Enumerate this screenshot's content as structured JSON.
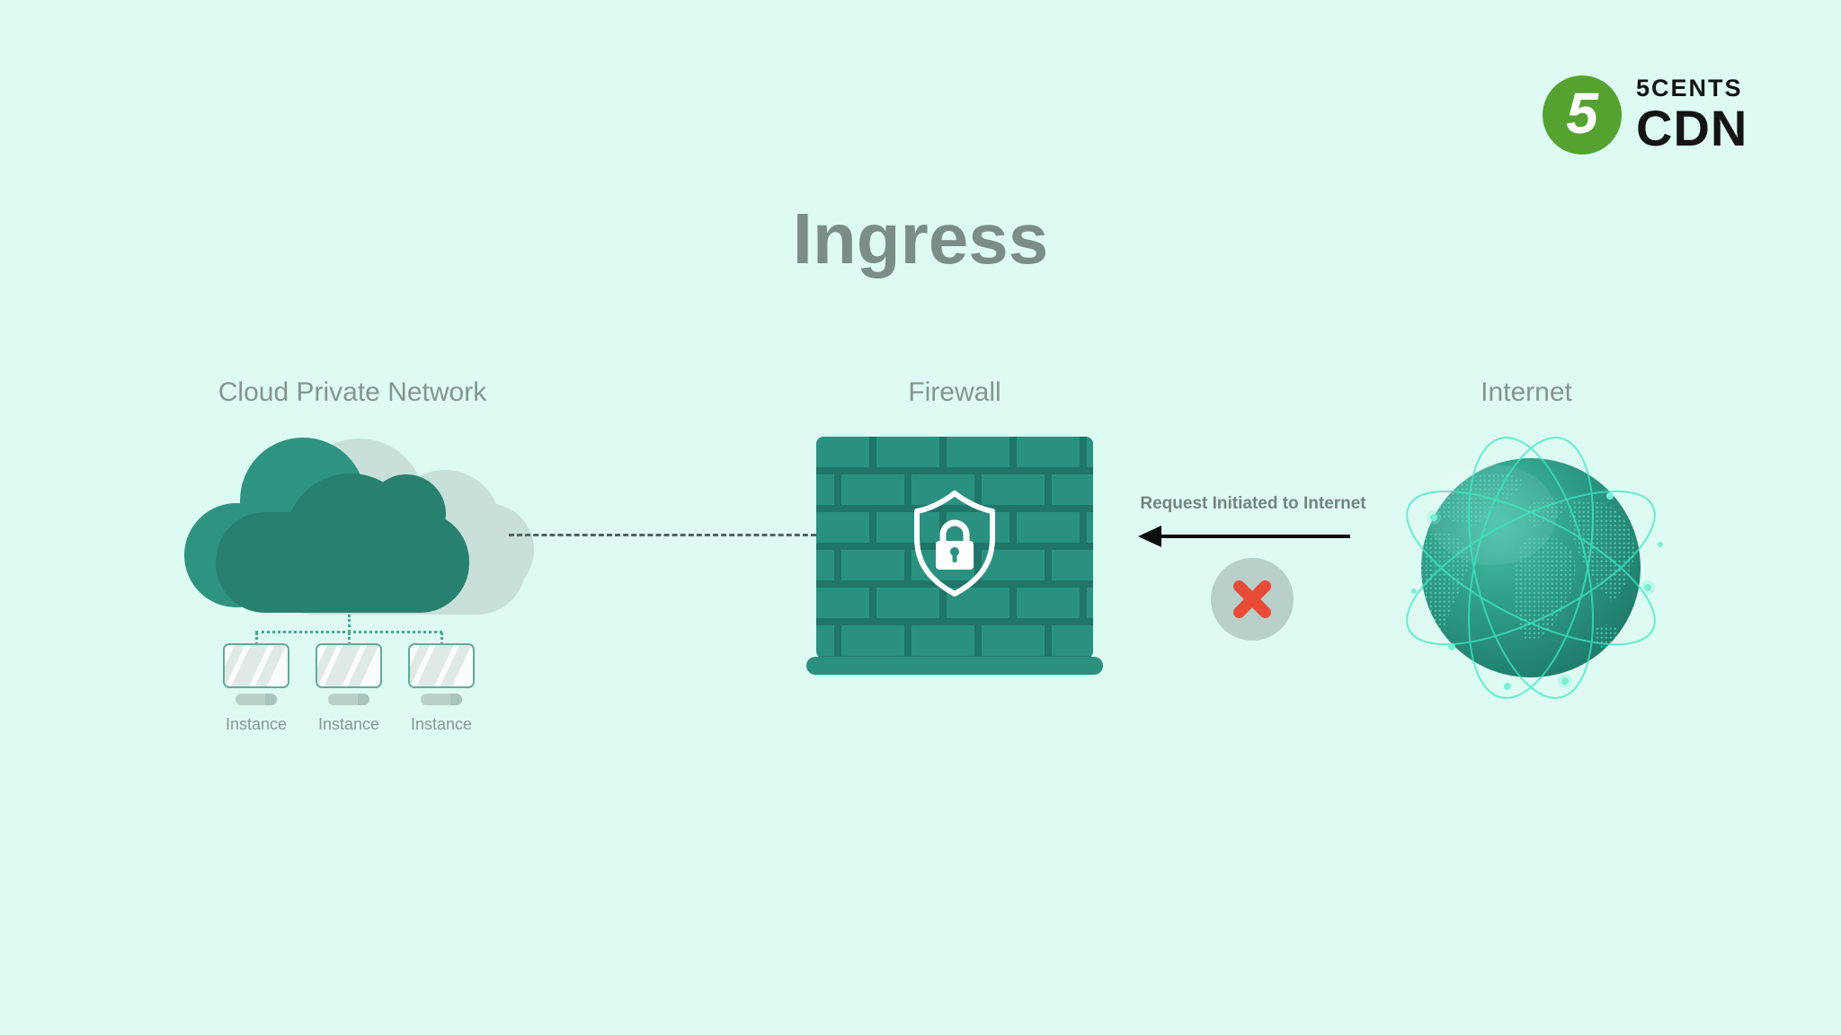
{
  "logo": {
    "badge_number": "5",
    "name_top": "5CENTS",
    "name_bottom": "CDN"
  },
  "title": "Ingress",
  "diagram": {
    "cloud": {
      "label": "Cloud Private Network"
    },
    "instances": [
      {
        "label": "Instance"
      },
      {
        "label": "Instance"
      },
      {
        "label": "Instance"
      }
    ],
    "firewall": {
      "label": "Firewall"
    },
    "internet": {
      "label": "Internet"
    },
    "request": {
      "label": "Request Initiated to Internet",
      "direction": "left",
      "status": "blocked"
    }
  },
  "icons": [
    "cloud-icon",
    "monitor-icon",
    "brick-wall-icon",
    "shield-lock-icon",
    "arrow-left-icon",
    "x-mark-icon",
    "globe-icon",
    "logo-badge-icon"
  ],
  "colors": {
    "background": "#ddfbf2",
    "teal_dark": "#27816e",
    "teal_mid": "#2e9480",
    "brick": "#2a9180",
    "mortar": "#1f7568",
    "cloud_shadow": "#c9e0da",
    "logo_green": "#55a231",
    "x_red": "#e84c37",
    "x_circle_bg": "#b9cfc9",
    "orbit_turquoise": "#3fe6c4",
    "label_gray": "#86958f",
    "title_gray": "#7a8d87",
    "arrow_black": "#0e0e0e"
  }
}
